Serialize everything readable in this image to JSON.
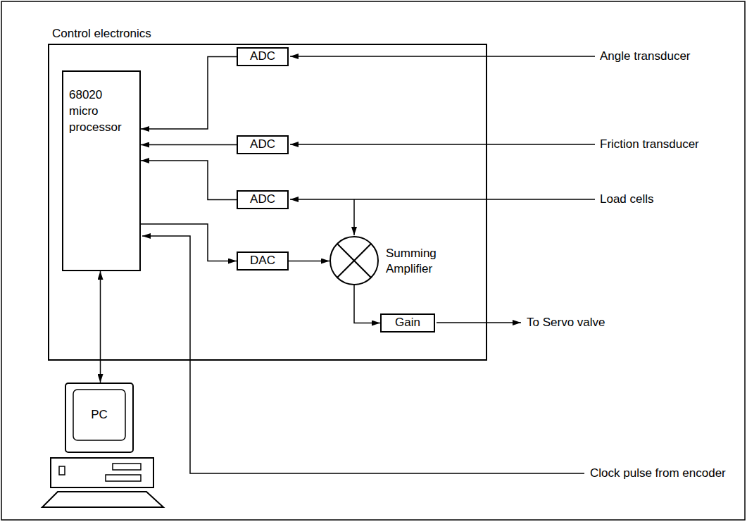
{
  "diagram": {
    "nodes": [
      {
        "text": [
          "Control electronics"
        ]
      },
      {
        "text": [
          "68020 micro processor"
        ],
        "in": 0
      },
      {
        "text": [
          "ADC"
        ],
        "in": 0
      },
      {
        "text": [
          "ADC"
        ],
        "in": 0
      },
      {
        "text": [
          "ADC"
        ],
        "in": 0
      },
      {
        "text": [
          "DAC"
        ],
        "in": 0
      },
      {
        "text": [
          "Summing Amplifier"
        ],
        "in": 0
      },
      {
        "text": [
          "Gain"
        ],
        "in": 0
      },
      {
        "text": [
          "PC"
        ]
      }
    ],
    "edges": [
      {
        "from": 2,
        "to": 1,
        "arrow": "to"
      },
      {
        "from": 3,
        "to": 1,
        "arrow": "to"
      },
      {
        "from": 4,
        "to": 1,
        "arrow": "to"
      },
      {
        "from": 1,
        "to": 5,
        "arrow": "to"
      },
      {
        "from": 5,
        "to": 6,
        "arrow": "to"
      },
      {
        "from": 6,
        "to": 7,
        "arrow": "to"
      },
      {
        "from": 1,
        "to": 8,
        "arrow": "both"
      }
    ],
    "labels": [
      "Angle transducer",
      "Friction transducer",
      "Load cells",
      "To Servo valve",
      "Clock pulse from encoder"
    ]
  }
}
